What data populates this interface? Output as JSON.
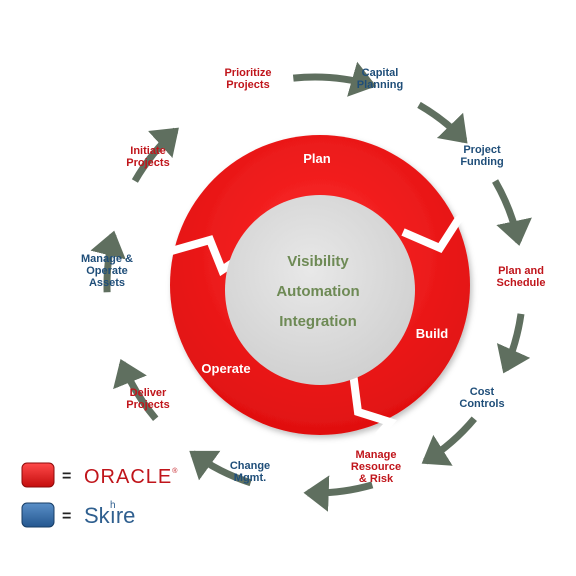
{
  "colors": {
    "oracle_red": "#c0151b",
    "skire_blue": "#1f4e79",
    "ring_red": "#ee1111",
    "center_gray": "#dcdcdc",
    "center_text": "#6e8a55",
    "arrow_gray": "#5f6f5f",
    "skire_logo_blue": "#2f5f8f"
  },
  "phases": {
    "plan": "Plan",
    "build": "Build",
    "operate": "Operate"
  },
  "center": {
    "line1": "Visibility",
    "line2": "Automation",
    "line3": "Integration"
  },
  "steps": [
    {
      "lines": [
        "Prioritize",
        "Projects"
      ],
      "vendor": "oracle"
    },
    {
      "lines": [
        "Capital",
        "Planning"
      ],
      "vendor": "skire"
    },
    {
      "lines": [
        "Project",
        "Funding"
      ],
      "vendor": "skire"
    },
    {
      "lines": [
        "Plan and",
        "Schedule"
      ],
      "vendor": "oracle"
    },
    {
      "lines": [
        "Cost",
        "Controls"
      ],
      "vendor": "skire"
    },
    {
      "lines": [
        "Manage",
        "Resource",
        "& Risk"
      ],
      "vendor": "oracle"
    },
    {
      "lines": [
        "Change",
        "Mgmt."
      ],
      "vendor": "skire"
    },
    {
      "lines": [
        "Deliver",
        "Projects"
      ],
      "vendor": "oracle"
    },
    {
      "lines": [
        "Manage &",
        "Operate",
        "Assets"
      ],
      "vendor": "skire"
    },
    {
      "lines": [
        "Initiate",
        "Projects"
      ],
      "vendor": "oracle"
    }
  ],
  "legend": {
    "equals": "=",
    "oracle": {
      "text": "ORACLE",
      "mark": "®",
      "vendor": "oracle",
      "icon": "red-square-icon"
    },
    "skire": {
      "text_start": "Sk",
      "text_end": "re",
      "accent": "h",
      "vendor": "skire",
      "icon": "blue-square-icon"
    }
  }
}
